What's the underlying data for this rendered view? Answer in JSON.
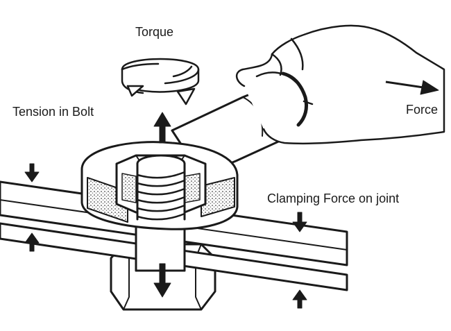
{
  "labels": {
    "torque": "Torque",
    "tension": "Tension in Bolt",
    "force": "Force",
    "clamping": "Clamping Force on joint"
  },
  "colors": {
    "ink": "#1a1a1a",
    "paper": "#ffffff",
    "stipple": "#b8b8b8"
  }
}
